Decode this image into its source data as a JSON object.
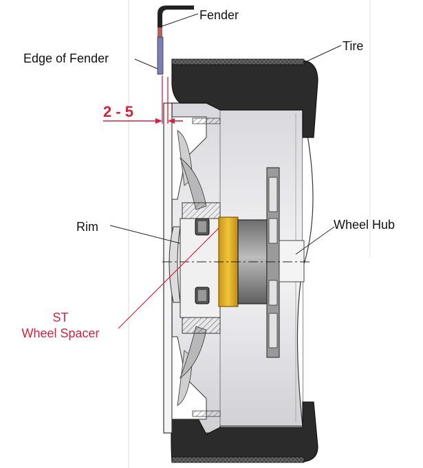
{
  "labels": {
    "fender": "Fender",
    "edge_of_fender": "Edge of Fender",
    "tire": "Tire",
    "dimension": "2 - 5",
    "rim": "Rim",
    "wheel_hub": "Wheel Hub",
    "spacer_line1": "ST",
    "spacer_line2": "Wheel Spacer"
  },
  "colors": {
    "accent_red": "#d4213d",
    "spacer_yellow": "#e8b820",
    "tire_dark": "#2b2b2b",
    "fender_blue": "#7b7fb8",
    "hub_gray": "#8a8a8a",
    "line": "#222222"
  }
}
